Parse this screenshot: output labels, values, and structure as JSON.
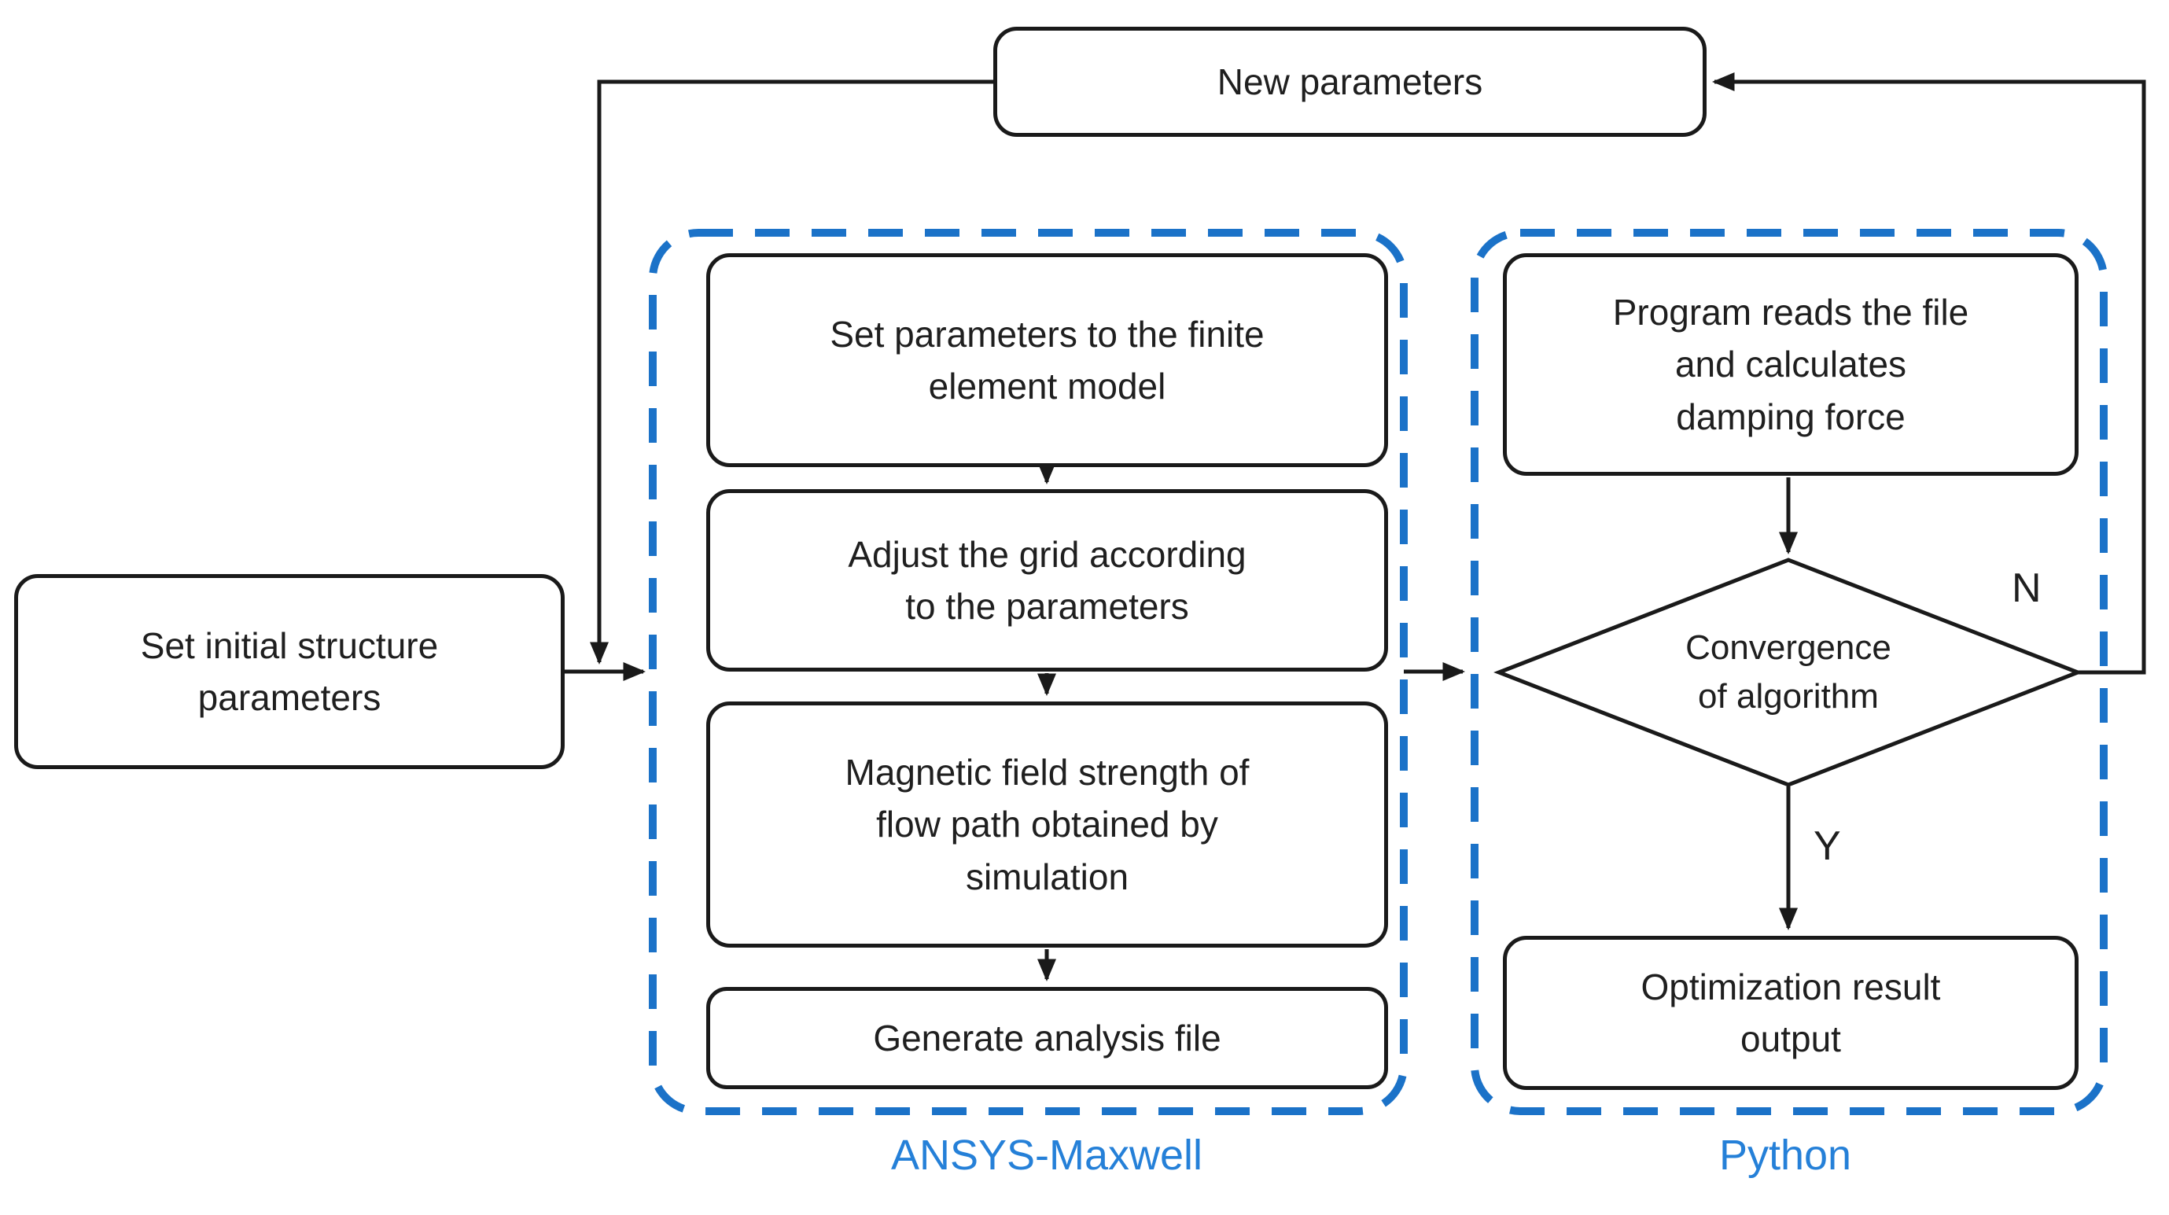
{
  "figure_type": "flowchart",
  "colors": {
    "dash_border_blue": "#1B72C8",
    "group_label_blue": "#2580D8",
    "line_black": "#1A1A1A",
    "box_border_black": "#1A1A1A",
    "text_color": "#1F1F1F",
    "background": "#FFFFFF"
  },
  "groups": [
    {
      "id": "ansys",
      "label": "ANSYS-Maxwell"
    },
    {
      "id": "python",
      "label": "Python"
    }
  ],
  "nodes": {
    "new_parameters": {
      "shape": "rounded-rect",
      "lines": [
        "New parameters"
      ]
    },
    "set_initial": {
      "shape": "rounded-rect",
      "lines": [
        "Set initial structure",
        "parameters"
      ]
    },
    "step_set_params": {
      "shape": "rounded-rect",
      "group": "ansys",
      "lines": [
        "Set parameters to the finite",
        "element model"
      ]
    },
    "step_adjust_grid": {
      "shape": "rounded-rect",
      "group": "ansys",
      "lines": [
        "Adjust the grid according",
        "to the parameters"
      ]
    },
    "step_magnetic": {
      "shape": "rounded-rect",
      "group": "ansys",
      "lines": [
        "Magnetic field strength of",
        "flow path obtained by",
        "simulation"
      ]
    },
    "step_generate": {
      "shape": "rounded-rect",
      "group": "ansys",
      "lines": [
        "Generate analysis file"
      ]
    },
    "program_reads": {
      "shape": "rounded-rect",
      "group": "python",
      "lines": [
        "Program reads the file",
        "and calculates",
        "damping force"
      ]
    },
    "convergence": {
      "shape": "diamond",
      "group": "python",
      "lines": [
        "Convergence",
        "of algorithm"
      ]
    },
    "optimization": {
      "shape": "rounded-rect",
      "group": "python",
      "lines": [
        "Optimization result",
        "output"
      ]
    }
  },
  "branch_labels": {
    "no": "N",
    "yes": "Y"
  },
  "edges": [
    {
      "from": "set_initial",
      "to": "ansys-group-entry"
    },
    {
      "from": "new_parameters",
      "to": "ansys-group-entry"
    },
    {
      "from": "step_set_params",
      "to": "step_adjust_grid"
    },
    {
      "from": "step_adjust_grid",
      "to": "step_magnetic"
    },
    {
      "from": "step_magnetic",
      "to": "step_generate"
    },
    {
      "from": "ansys-group",
      "to": "python-group-entry"
    },
    {
      "from": "program_reads",
      "to": "convergence"
    },
    {
      "from": "convergence",
      "to": "optimization",
      "label": "Y"
    },
    {
      "from": "convergence",
      "to": "new_parameters",
      "label": "N"
    }
  ]
}
